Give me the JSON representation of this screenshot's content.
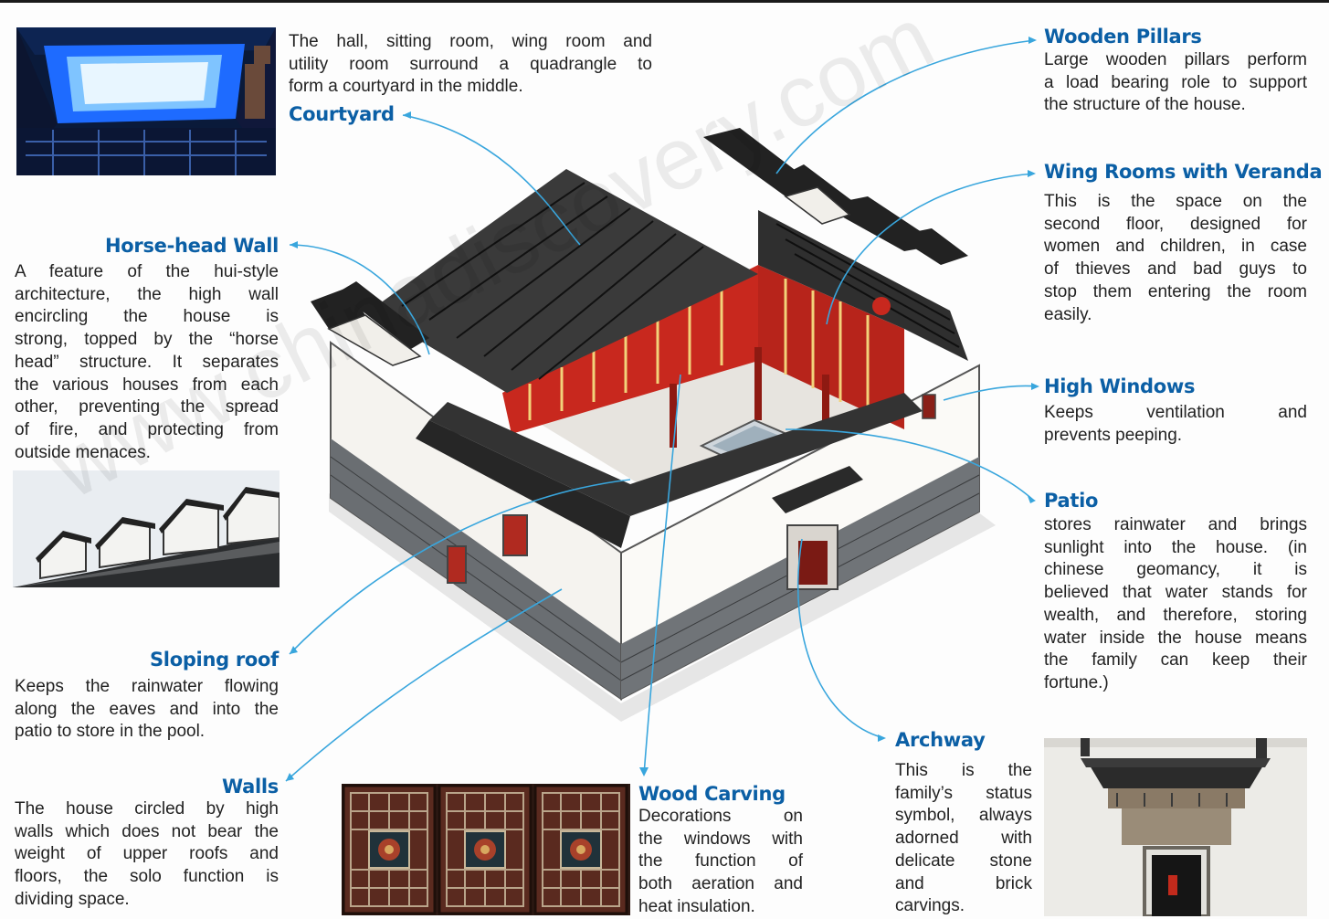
{
  "watermark": "www.chinadiscovery.com",
  "colors": {
    "heading": "#0b5fa5",
    "leader": "#39a6dd",
    "pillar_red": "#c8281e",
    "roof": "#2a2a2a",
    "wall": "#f4f1ec",
    "brick": "#5c6064"
  },
  "labels": {
    "courtyard": {
      "title": "Courtyard",
      "lines": [
        "The hall, sitting room, wing room and",
        "utility room surround a quadrangle to",
        "form a courtyard in the middle."
      ]
    },
    "horse_head_wall": {
      "title": "Horse-head Wall",
      "lines": [
        "A feature of the hui-style",
        "architecture, the high wall",
        "encircling the house is",
        "strong, topped by the “horse",
        "head” structure. It separates",
        "the various houses from each",
        "other, preventing the spread",
        "of fire, and protecting from",
        "outside menaces."
      ]
    },
    "sloping_roof": {
      "title": "Sloping roof",
      "lines": [
        "Keeps the rainwater flowing",
        "along the eaves and into the",
        "patio to store in the pool."
      ]
    },
    "walls": {
      "title": "Walls",
      "lines": [
        "The house circled by high",
        "walls which does not bear the",
        "weight of upper roofs and",
        "floors, the solo function is",
        "dividing space."
      ]
    },
    "wood_carving": {
      "title": "Wood Carving",
      "lines": [
        "Decorations on",
        "the windows with",
        "the function of",
        "both aeration and",
        "heat insulation."
      ]
    },
    "archway": {
      "title": "Archway",
      "lines": [
        "This is the",
        "family’s status",
        "symbol, always",
        "adorned with",
        "delicate stone",
        "and brick",
        "carvings."
      ]
    },
    "wooden_pillars": {
      "title": "Wooden Pillars",
      "lines": [
        "Large wooden pillars perform",
        "a load bearing role to support",
        "the structure of the house."
      ]
    },
    "wing_rooms": {
      "title": "Wing Rooms with Veranda",
      "lines": [
        "This is the space on the",
        "second floor, designed for",
        "women and children, in case",
        "of thieves and bad guys to",
        "stop them entering the room",
        "easily."
      ]
    },
    "high_windows": {
      "title": "High Windows",
      "lines": [
        "Keeps ventilation and",
        "prevents peeping."
      ]
    },
    "patio": {
      "title": "Patio",
      "lines": [
        "stores rainwater and brings",
        "sunlight into the house. (in",
        "chinese geomancy, it is",
        "believed that water stands for",
        "wealth, and therefore, storing",
        "water inside the house means",
        "the family can keep their",
        "fortune.)"
      ]
    }
  }
}
